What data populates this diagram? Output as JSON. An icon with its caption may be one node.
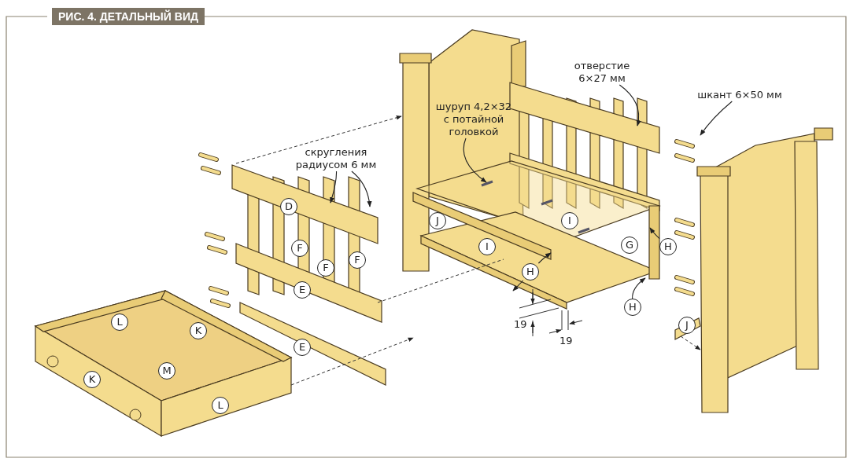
{
  "diagram": {
    "title": "РИС. 4. ДЕТАЛЬНЫЙ ВИД",
    "nodes": [
      {
        "text": [
          "скругления радиусом 6 мм"
        ]
      },
      {
        "text": [
          "отверстие 6×27 мм"
        ]
      },
      {
        "text": [
          "шкант 6×50 мм"
        ]
      },
      {
        "text": [
          "шуруп 4,2×32 с потайной головкой"
        ]
      },
      {
        "text": [
          "H"
        ]
      },
      {
        "text": [
          "H"
        ]
      },
      {
        "text": [
          "H"
        ]
      },
      {
        "text": [
          "D"
        ]
      },
      {
        "text": [
          "J"
        ]
      },
      {
        "text": [
          "I"
        ]
      },
      {
        "text": [
          "I"
        ]
      },
      {
        "text": [
          "G"
        ]
      },
      {
        "text": [
          "F"
        ]
      },
      {
        "text": [
          "F"
        ]
      },
      {
        "text": [
          "F"
        ]
      },
      {
        "text": [
          "E"
        ]
      },
      {
        "text": [
          "J"
        ]
      },
      {
        "text": [
          "L"
        ]
      },
      {
        "text": [
          "K"
        ]
      },
      {
        "text": [
          "E"
        ]
      },
      {
        "text": [
          "M"
        ]
      },
      {
        "text": [
          "K"
        ]
      },
      {
        "text": [
          "L"
        ]
      }
    ],
    "edges": [
      {
        "from": 0,
        "to": null,
        "arrow": "to"
      },
      {
        "from": 0,
        "to": null,
        "arrow": "to"
      },
      {
        "from": 1,
        "to": null,
        "arrow": "to"
      },
      {
        "from": 2,
        "to": null,
        "arrow": "to"
      },
      {
        "from": 3,
        "to": null,
        "arrow": "to"
      },
      {
        "from": 4,
        "to": null,
        "arrow": "to"
      },
      {
        "from": 5,
        "to": null,
        "arrow": "to"
      },
      {
        "from": 5,
        "to": null,
        "arrow": "to"
      },
      {
        "from": 6,
        "to": null,
        "arrow": "to"
      }
    ],
    "labels": [
      "19",
      "19"
    ]
  }
}
